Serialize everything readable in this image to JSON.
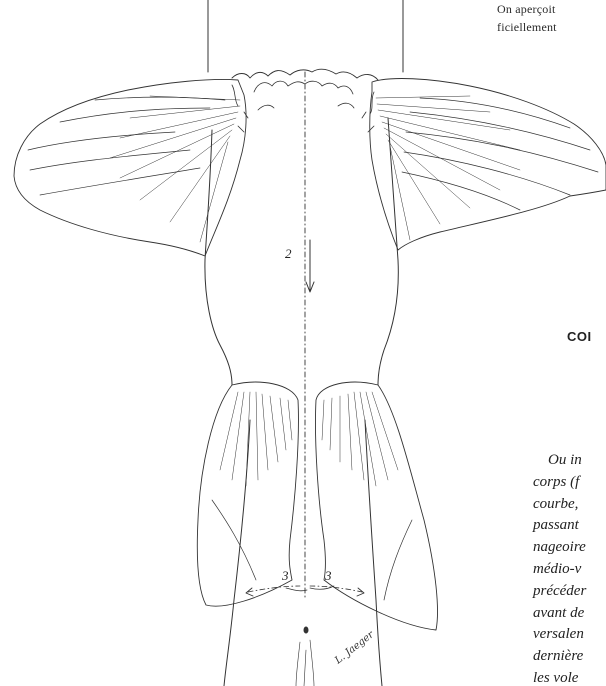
{
  "top_text": {
    "line1": "On aperçoit",
    "line2": "ficiellement"
  },
  "heading": "COI",
  "paragraph": [
    "Ou  in",
    "corps (f",
    "courbe,",
    "passant",
    "nageoire",
    "médio-v",
    "précéder",
    "avant de",
    "versalen",
    "dernière",
    "les  vole"
  ],
  "figure_labels": {
    "label_2": "2",
    "label_3_left": "3",
    "label_3_right": "3"
  },
  "signature": "L. Jaeger"
}
